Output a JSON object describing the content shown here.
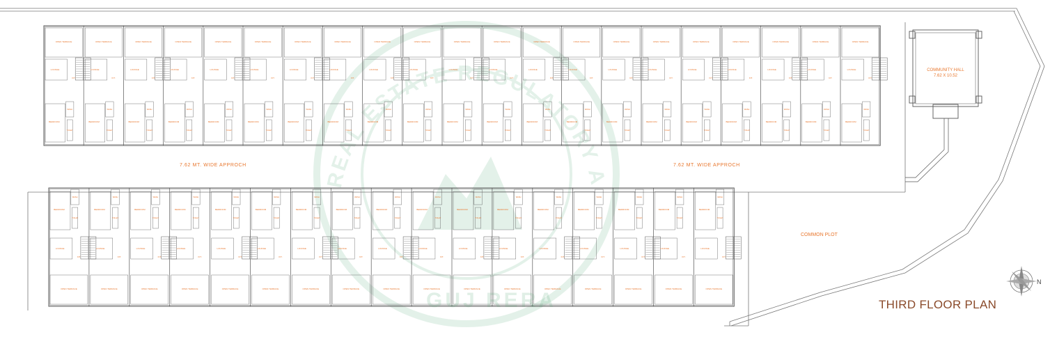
{
  "title": "THIRD FLOOR PLAN",
  "labels": {
    "approach_left": "7.62 MT. WIDE APPROCH",
    "approach_right": "7.62 MT. WIDE APPROCH",
    "common_plot": "COMMON PLOT",
    "community_hall": "COMMUNITY HALL",
    "community_hall_size": "7.62 X 10.52"
  },
  "watermark": {
    "arc_text": "GUJARAT REAL ESTATE REGULATORY AUTHORITY",
    "bottom_text": "GUJ RERA"
  },
  "compass": {
    "north_letter": "N"
  },
  "rooms": {
    "terrace": "OPEN TERRACE",
    "lounge": "LOUNGE",
    "bedroom": "BEDROOM",
    "kitchen": "KIT.",
    "wash": "WASH",
    "toilet": "TOILET"
  },
  "top_block": {
    "units": 21
  },
  "bottom_block": {
    "units": 17
  },
  "colors": {
    "linework": "#555555",
    "room_label": "#e8772e",
    "title": "#8a4a2a",
    "watermark": "#5aaa7a"
  }
}
